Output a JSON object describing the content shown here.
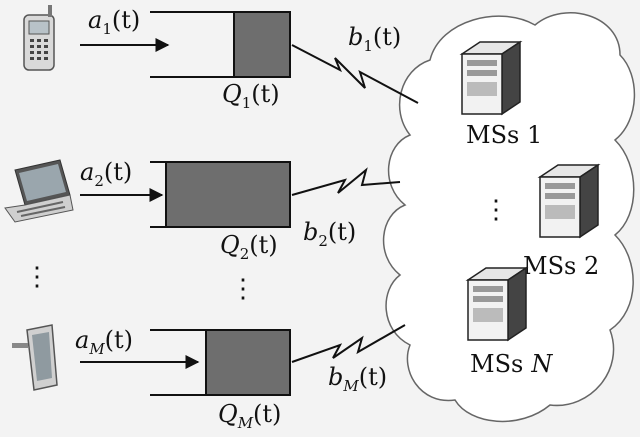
{
  "queues": [
    {
      "arrival": "a",
      "arrival_sub": "1",
      "queue": "Q",
      "queue_sub": "1",
      "link": "b",
      "link_sub": "1",
      "device": "phone-icon"
    },
    {
      "arrival": "a",
      "arrival_sub": "2",
      "queue": "Q",
      "queue_sub": "2",
      "link": "b",
      "link_sub": "2",
      "device": "laptop-icon"
    },
    {
      "arrival": "a",
      "arrival_sub": "M",
      "queue": "Q",
      "queue_sub": "M",
      "link": "b",
      "link_sub": "M",
      "device": "tablet-icon"
    }
  ],
  "t_arg": "(t)",
  "vertical_ellipsis": "⋮",
  "servers": [
    {
      "label": "MSs 1"
    },
    {
      "label": "MSs 2"
    },
    {
      "label_prefix": "MSs",
      "label_italic": "N"
    }
  ],
  "colors": {
    "buffer": "#6e6e6e",
    "line": "#111111",
    "cloud": "#ffffff",
    "cloud_stroke": "#666666"
  }
}
